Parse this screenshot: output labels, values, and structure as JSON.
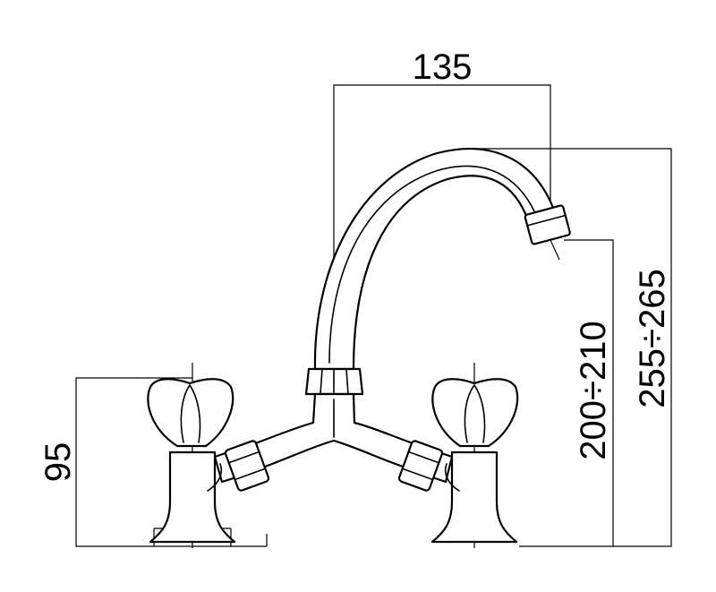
{
  "dimensions": {
    "spout_reach": "135",
    "handle_height": "95",
    "outlet_height": "200÷210",
    "overall_height": "255÷265"
  },
  "colors": {
    "line": "#000000",
    "background": "#ffffff"
  }
}
